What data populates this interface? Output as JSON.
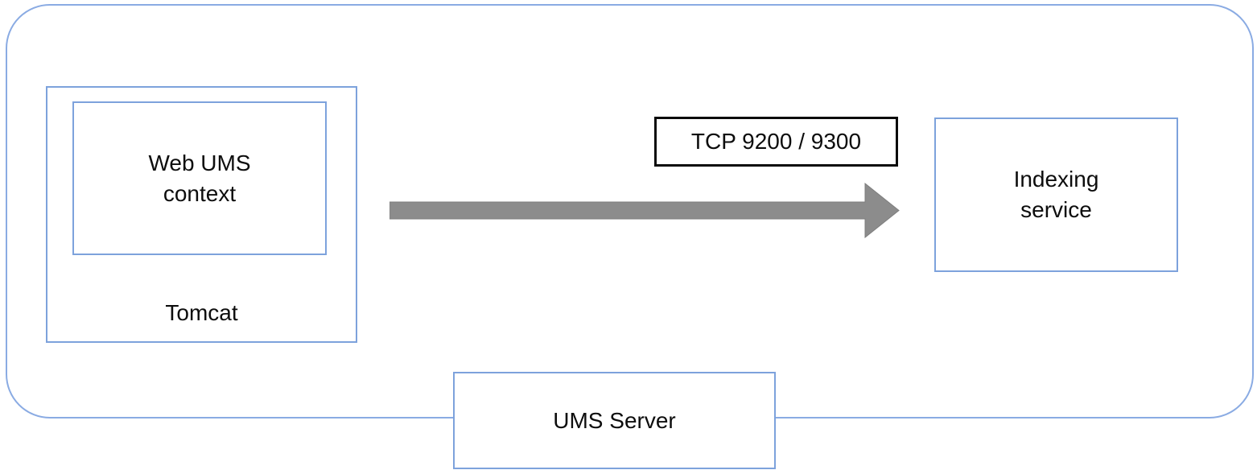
{
  "diagram": {
    "nodes": {
      "tomcat": {
        "label": "Tomcat"
      },
      "web_ums_context": {
        "label": "Web UMS\ncontext"
      },
      "indexing_service": {
        "label": "Indexing\nservice"
      },
      "ums_server": {
        "label": "UMS Server"
      }
    },
    "connection": {
      "label": "TCP 9200 / 9300"
    }
  },
  "colors": {
    "outer-border": "#8aabe3",
    "box-border": "#7da2dc",
    "arrow-fill": "#8c8c8c",
    "arrow-stroke": "#7e7e7e",
    "tcp-border": "#0a0a0a",
    "text": "#0d0d0d"
  }
}
